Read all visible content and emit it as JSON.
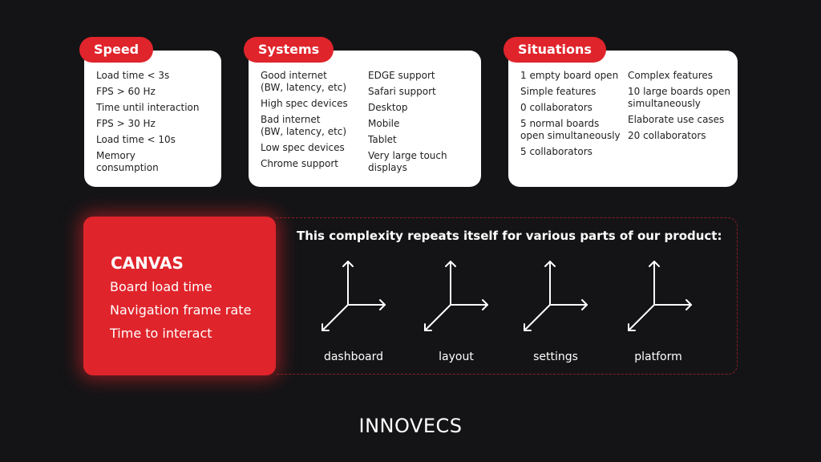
{
  "speed": {
    "title": "Speed",
    "items": [
      "Load time < 3s",
      "FPS > 60 Hz",
      "Time until interaction",
      "FPS > 30 Hz",
      "Load time < 10s",
      "Memory\nconsumption"
    ]
  },
  "systems": {
    "title": "Systems",
    "col1": [
      "Good internet\n(BW, latency, etc)",
      "High spec devices",
      "Bad internet\n(BW, latency, etc)",
      "Low spec devices",
      "Chrome support"
    ],
    "col2": [
      "EDGE support",
      "Safari support",
      "Desktop",
      "Mobile",
      "Tablet",
      "Very large touch\ndisplays"
    ]
  },
  "situations": {
    "title": "Situations",
    "col1": [
      "1 empty board open",
      "Simple features",
      "0 collaborators",
      "5 normal boards\nopen simultaneously",
      "5 collaborators"
    ],
    "col2": [
      "Complex features",
      "10 large boards open\nsimultaneously",
      "Elaborate use cases",
      "20 collaborators"
    ]
  },
  "canvas": {
    "title": "CANVAS",
    "items": [
      "Board load time",
      "Navigation frame rate",
      "Time to interact"
    ]
  },
  "repeat": {
    "heading": "This complexity repeats itself for various parts of our product:",
    "parts": [
      "dashboard",
      "layout",
      "settings",
      "platform"
    ]
  },
  "brand": {
    "logo": "INNOVECS"
  },
  "colors": {
    "accent": "#e0242b",
    "background": "#141416",
    "card": "#ffffff"
  },
  "icons": {
    "axis": "3d-axis-icon"
  }
}
